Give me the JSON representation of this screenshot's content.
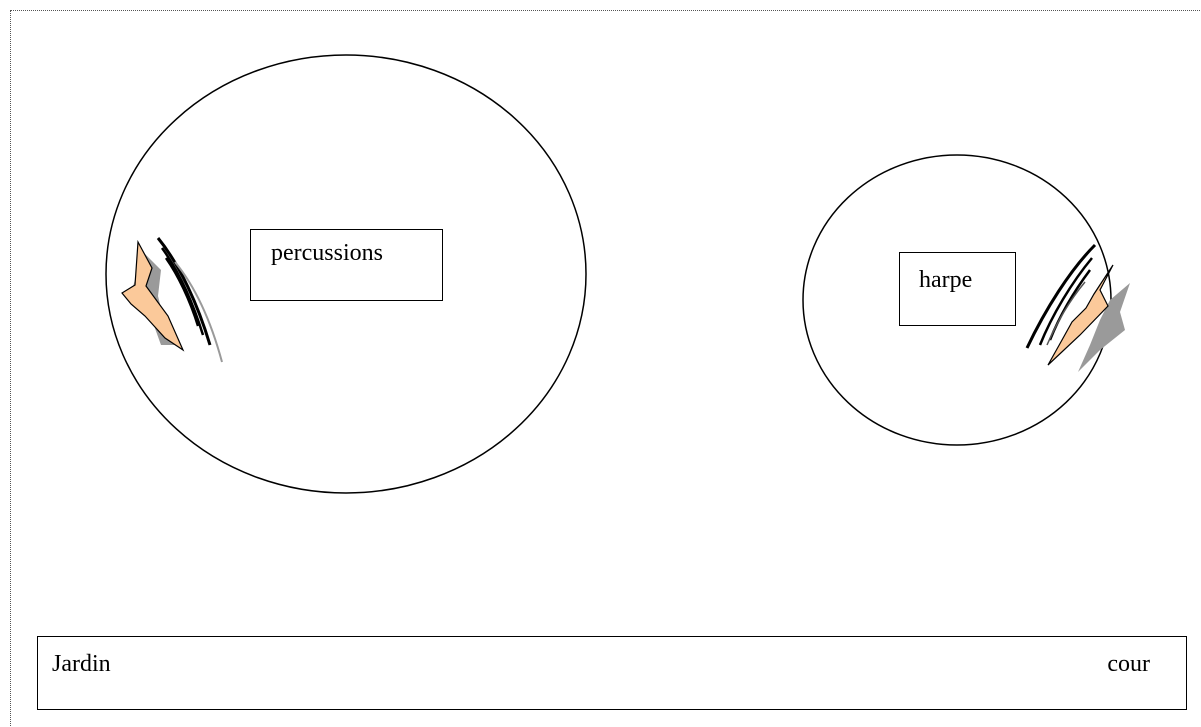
{
  "zones": [
    {
      "id": "zone-percussions",
      "label": "percussions"
    },
    {
      "id": "zone-harpe",
      "label": "harpe"
    }
  ],
  "stage": {
    "left_label": "Jardin",
    "right_label": "cour"
  },
  "icons": [
    "speaker-left-icon",
    "speaker-right-icon"
  ],
  "colors": {
    "speaker_fill": "#FBC99A",
    "shadow": "#9a9a9a",
    "line": "#000000"
  }
}
